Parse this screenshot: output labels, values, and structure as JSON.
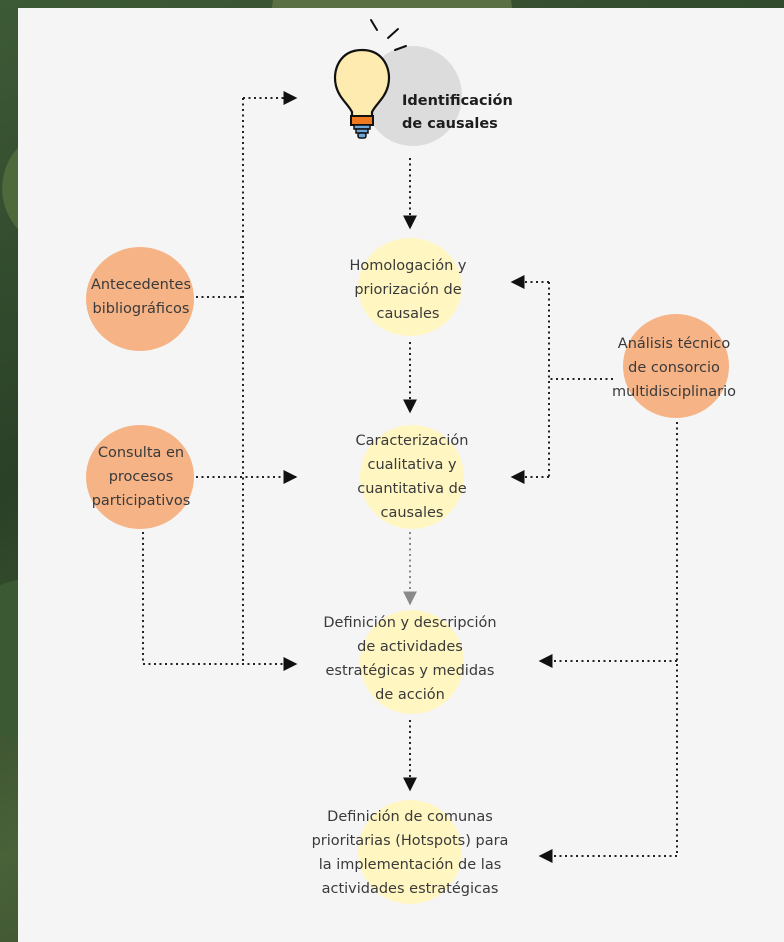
{
  "diagram": {
    "start": {
      "text": "Identificación\nde causales"
    },
    "steps": [
      {
        "id": "homologacion",
        "text": "Homologación y\npriorización de\ncausales"
      },
      {
        "id": "caracterizacion",
        "text": "Caracterización\ncualitativa y\ncuantitativa de\ncausales"
      },
      {
        "id": "definicion-actividades",
        "text": "Definición y descripción\nde actividades\nestratégicas y medidas\nde acción"
      },
      {
        "id": "definicion-comunas",
        "text": "Definición de comunas\nprioritarias (Hotspots) para\nla implementación de las\nactividades estratégicas"
      }
    ],
    "inputs": [
      {
        "id": "antecedentes",
        "text": "Antecedentes\nbibliográficos"
      },
      {
        "id": "consulta",
        "text": "Consulta en\nprocesos\nparticipativos"
      },
      {
        "id": "analisis",
        "text": "Análisis técnico\nde consorcio\nmultidisciplinario"
      }
    ],
    "colors": {
      "step_circle": "#fff6c2",
      "input_circle": "#f6b386",
      "arrow": "#111111",
      "arrow_muted": "#8a8a8a",
      "bulb": "#fdebb0",
      "bulb_base": "#f07a1f",
      "bulb_screw": "#6fa6d8"
    },
    "icons": [
      "lightbulb-icon"
    ]
  }
}
